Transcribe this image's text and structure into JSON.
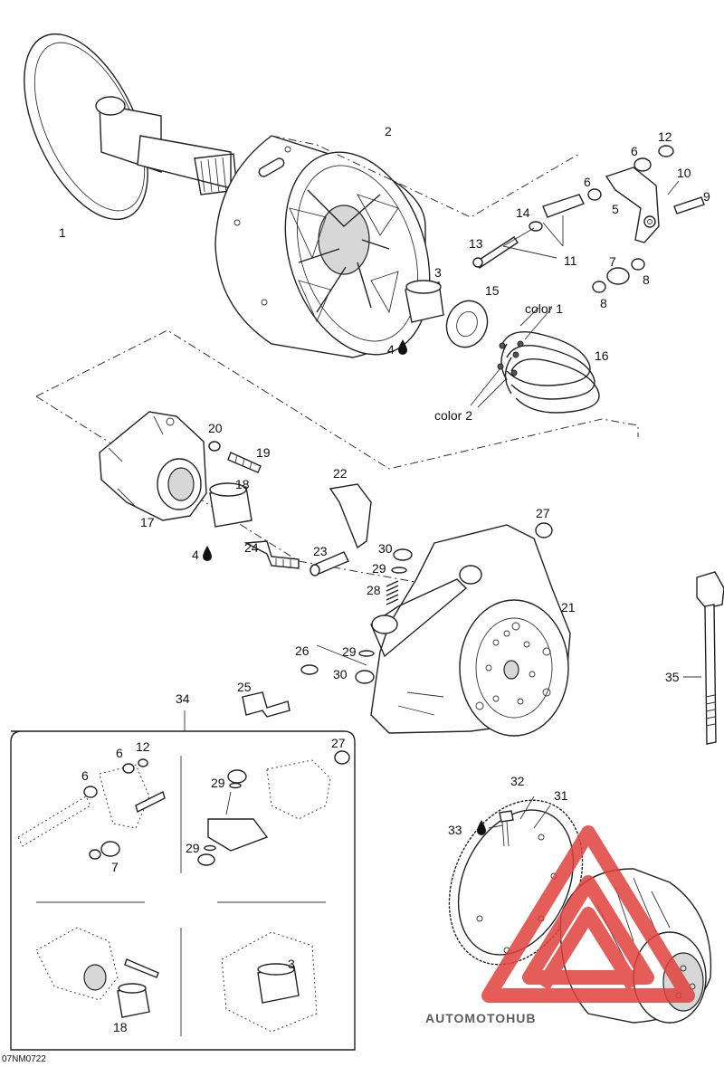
{
  "diagram_code": "07NM0722",
  "callouts": {
    "c1": "1",
    "c2": "2",
    "c3": "3",
    "c4a": "4",
    "c4b": "4",
    "c5": "5",
    "c6a": "6",
    "c6b": "6",
    "c7": "7",
    "c8a": "8",
    "c8b": "8",
    "c9": "9",
    "c10": "10",
    "c11": "11",
    "c12": "12",
    "c13": "13",
    "c14": "14",
    "c15": "15",
    "c16": "16",
    "c17": "17",
    "c18": "18",
    "c19": "19",
    "c20": "20",
    "c21": "21",
    "c22": "22",
    "c23": "23",
    "c24": "24",
    "c25": "25",
    "c26": "26",
    "c27": "27",
    "c28": "28",
    "c29a": "29",
    "c29b": "29",
    "c30a": "30",
    "c30b": "30",
    "c31": "31",
    "c32": "32",
    "c33": "33",
    "c34": "34",
    "c35": "35",
    "color1": "color 1",
    "color2": "color 2"
  },
  "inset": {
    "c3": "3",
    "c6a": "6",
    "c6b": "6",
    "c7": "7",
    "c12": "12",
    "c18": "18",
    "c27": "27",
    "c29a": "29",
    "c29b": "29"
  },
  "watermark": {
    "text": "AUTOMOTOHUB",
    "color": "#f0a43c",
    "logo_color": "#e0413c"
  },
  "icons": [
    "oil-drop-icon"
  ]
}
